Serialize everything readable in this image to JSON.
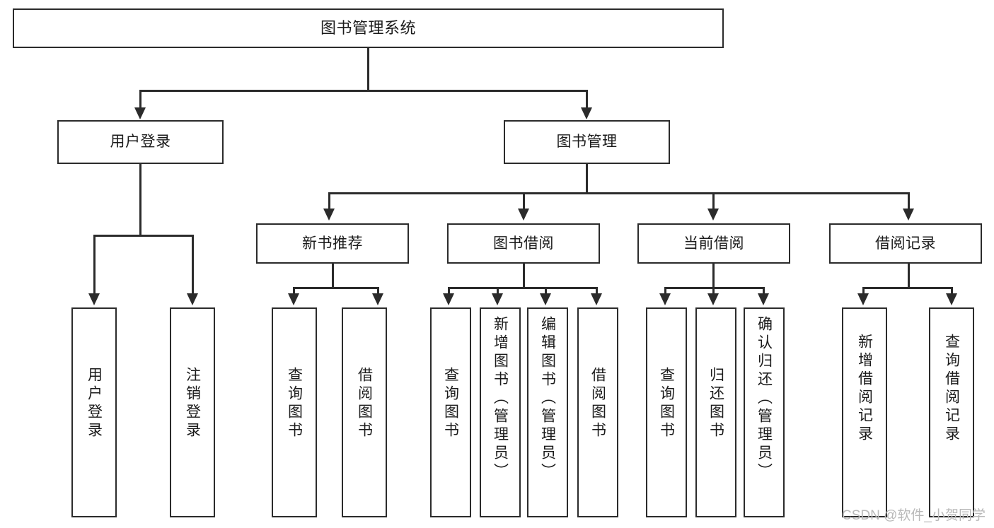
{
  "diagram": {
    "title": "图书管理系统",
    "type": "hierarchy-tree",
    "levels": 4,
    "root": {
      "id": "root",
      "label": "图书管理系统"
    },
    "level2": [
      {
        "id": "user-login",
        "label": "用户登录"
      },
      {
        "id": "book-management",
        "label": "图书管理"
      }
    ],
    "level3": [
      {
        "id": "new-book-recommend",
        "label": "新书推荐",
        "parent": "book-management"
      },
      {
        "id": "book-borrow",
        "label": "图书借阅",
        "parent": "book-management"
      },
      {
        "id": "current-borrow",
        "label": "当前借阅",
        "parent": "book-management"
      },
      {
        "id": "borrow-record",
        "label": "借阅记录",
        "parent": "book-management"
      }
    ],
    "leaves": {
      "user_login": [
        {
          "id": "leaf-user-login",
          "label": "用户登录"
        },
        {
          "id": "leaf-user-logout",
          "label": "注销登录"
        }
      ],
      "new_book_recommend": [
        {
          "id": "leaf-query-book-1",
          "label": "查询图书"
        },
        {
          "id": "leaf-borrow-book-1",
          "label": "借阅图书"
        }
      ],
      "book_borrow": [
        {
          "id": "leaf-query-book-2",
          "label": "查询图书"
        },
        {
          "id": "leaf-add-book",
          "label": "新增图书（管理员）"
        },
        {
          "id": "leaf-edit-book",
          "label": "编辑图书（管理员）"
        },
        {
          "id": "leaf-borrow-book-2",
          "label": "借阅图书"
        }
      ],
      "current_borrow": [
        {
          "id": "leaf-query-book-3",
          "label": "查询图书"
        },
        {
          "id": "leaf-return-book",
          "label": "归还图书"
        },
        {
          "id": "leaf-confirm-return",
          "label": "确认归还（管理员）"
        }
      ],
      "borrow_record": [
        {
          "id": "leaf-add-record",
          "label": "新增借阅记录"
        },
        {
          "id": "leaf-query-record",
          "label": "查询借阅记录"
        }
      ]
    }
  },
  "watermark": {
    "text": "CSDN @软件_小贺同学"
  },
  "colors": {
    "stroke": "#2b2b2b",
    "background": "#ffffff",
    "text": "#1b1b1b",
    "watermark": "#b9b9b9"
  }
}
